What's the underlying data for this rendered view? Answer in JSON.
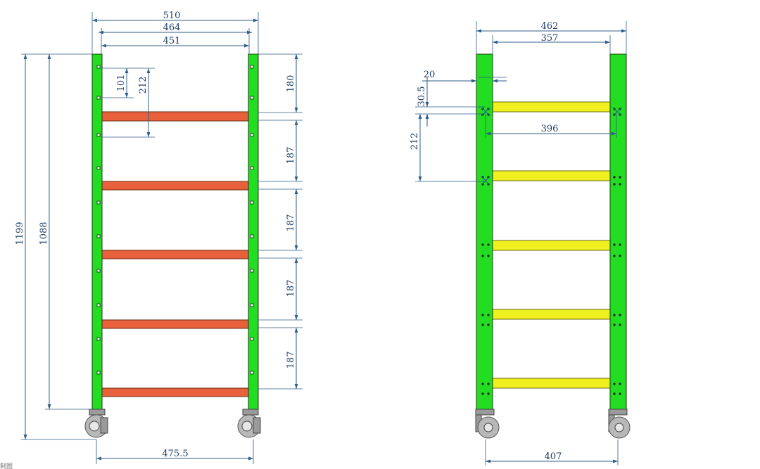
{
  "colors": {
    "post": "#22dd22",
    "beam": "#e8603c",
    "rung": "#f0f020",
    "dimension": "#2f5d8a",
    "background": "#ffffff"
  },
  "front_view": {
    "dimensions": {
      "overall_width": "510",
      "outer_width": "464",
      "inner_width": "451",
      "wheel_span": "475.5",
      "overall_height": "1199",
      "frame_height": "1088",
      "top_gap": "180",
      "bracket_101": "101",
      "bracket_212": "212",
      "shelf_spacing": [
        "187",
        "187",
        "187",
        "187"
      ]
    },
    "shelf_count": 5
  },
  "side_view": {
    "dimensions": {
      "overall_width": "462",
      "inner_width": "357",
      "post_width": "20",
      "hole_offset": "30.5",
      "hole_spacing": "212",
      "rung_length": "396",
      "wheel_span": "407"
    },
    "rung_count": 5
  },
  "corner_text": "制图"
}
